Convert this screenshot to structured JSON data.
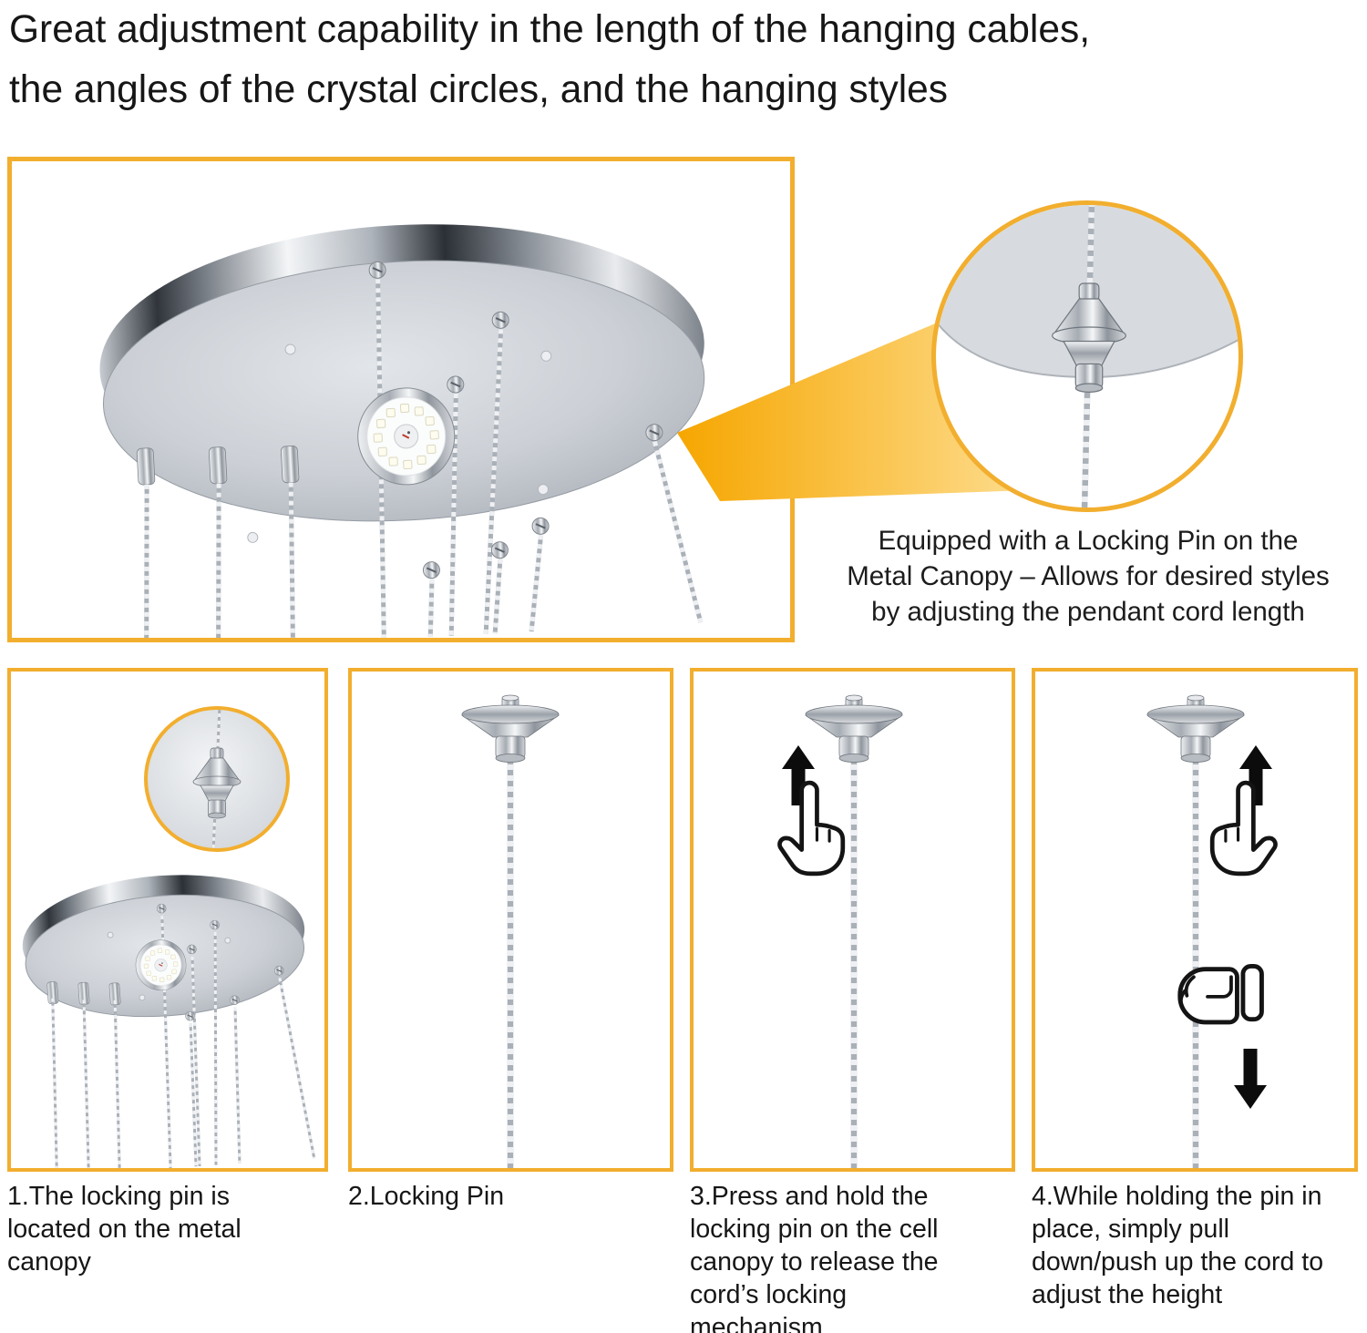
{
  "accent_color": "#F2AE2E",
  "heading": {
    "line1": "Great adjustment capability in the length of the hanging cables,",
    "line2": "the angles of the crystal circles, and the hanging styles"
  },
  "callout": {
    "line1": "Equipped with a Locking Pin on the",
    "line2": "Metal Canopy – Allows for desired styles",
    "line3": "by adjusting the pendant cord length"
  },
  "steps": [
    {
      "caption": "1.The locking pin is located on the metal canopy"
    },
    {
      "caption": "2.Locking Pin"
    },
    {
      "caption": "3.Press and hold the locking pin on the cell canopy to release the cord’s locking mechanism"
    },
    {
      "caption": "4.While holding the pin in place, simply pull down/push up the cord to adjust the height"
    }
  ],
  "icons": {
    "up_arrow": "solid black up arrow",
    "down_arrow": "solid black down arrow",
    "pointing_hand": "outlined pressing hand",
    "fist": "outlined gripping fist"
  }
}
